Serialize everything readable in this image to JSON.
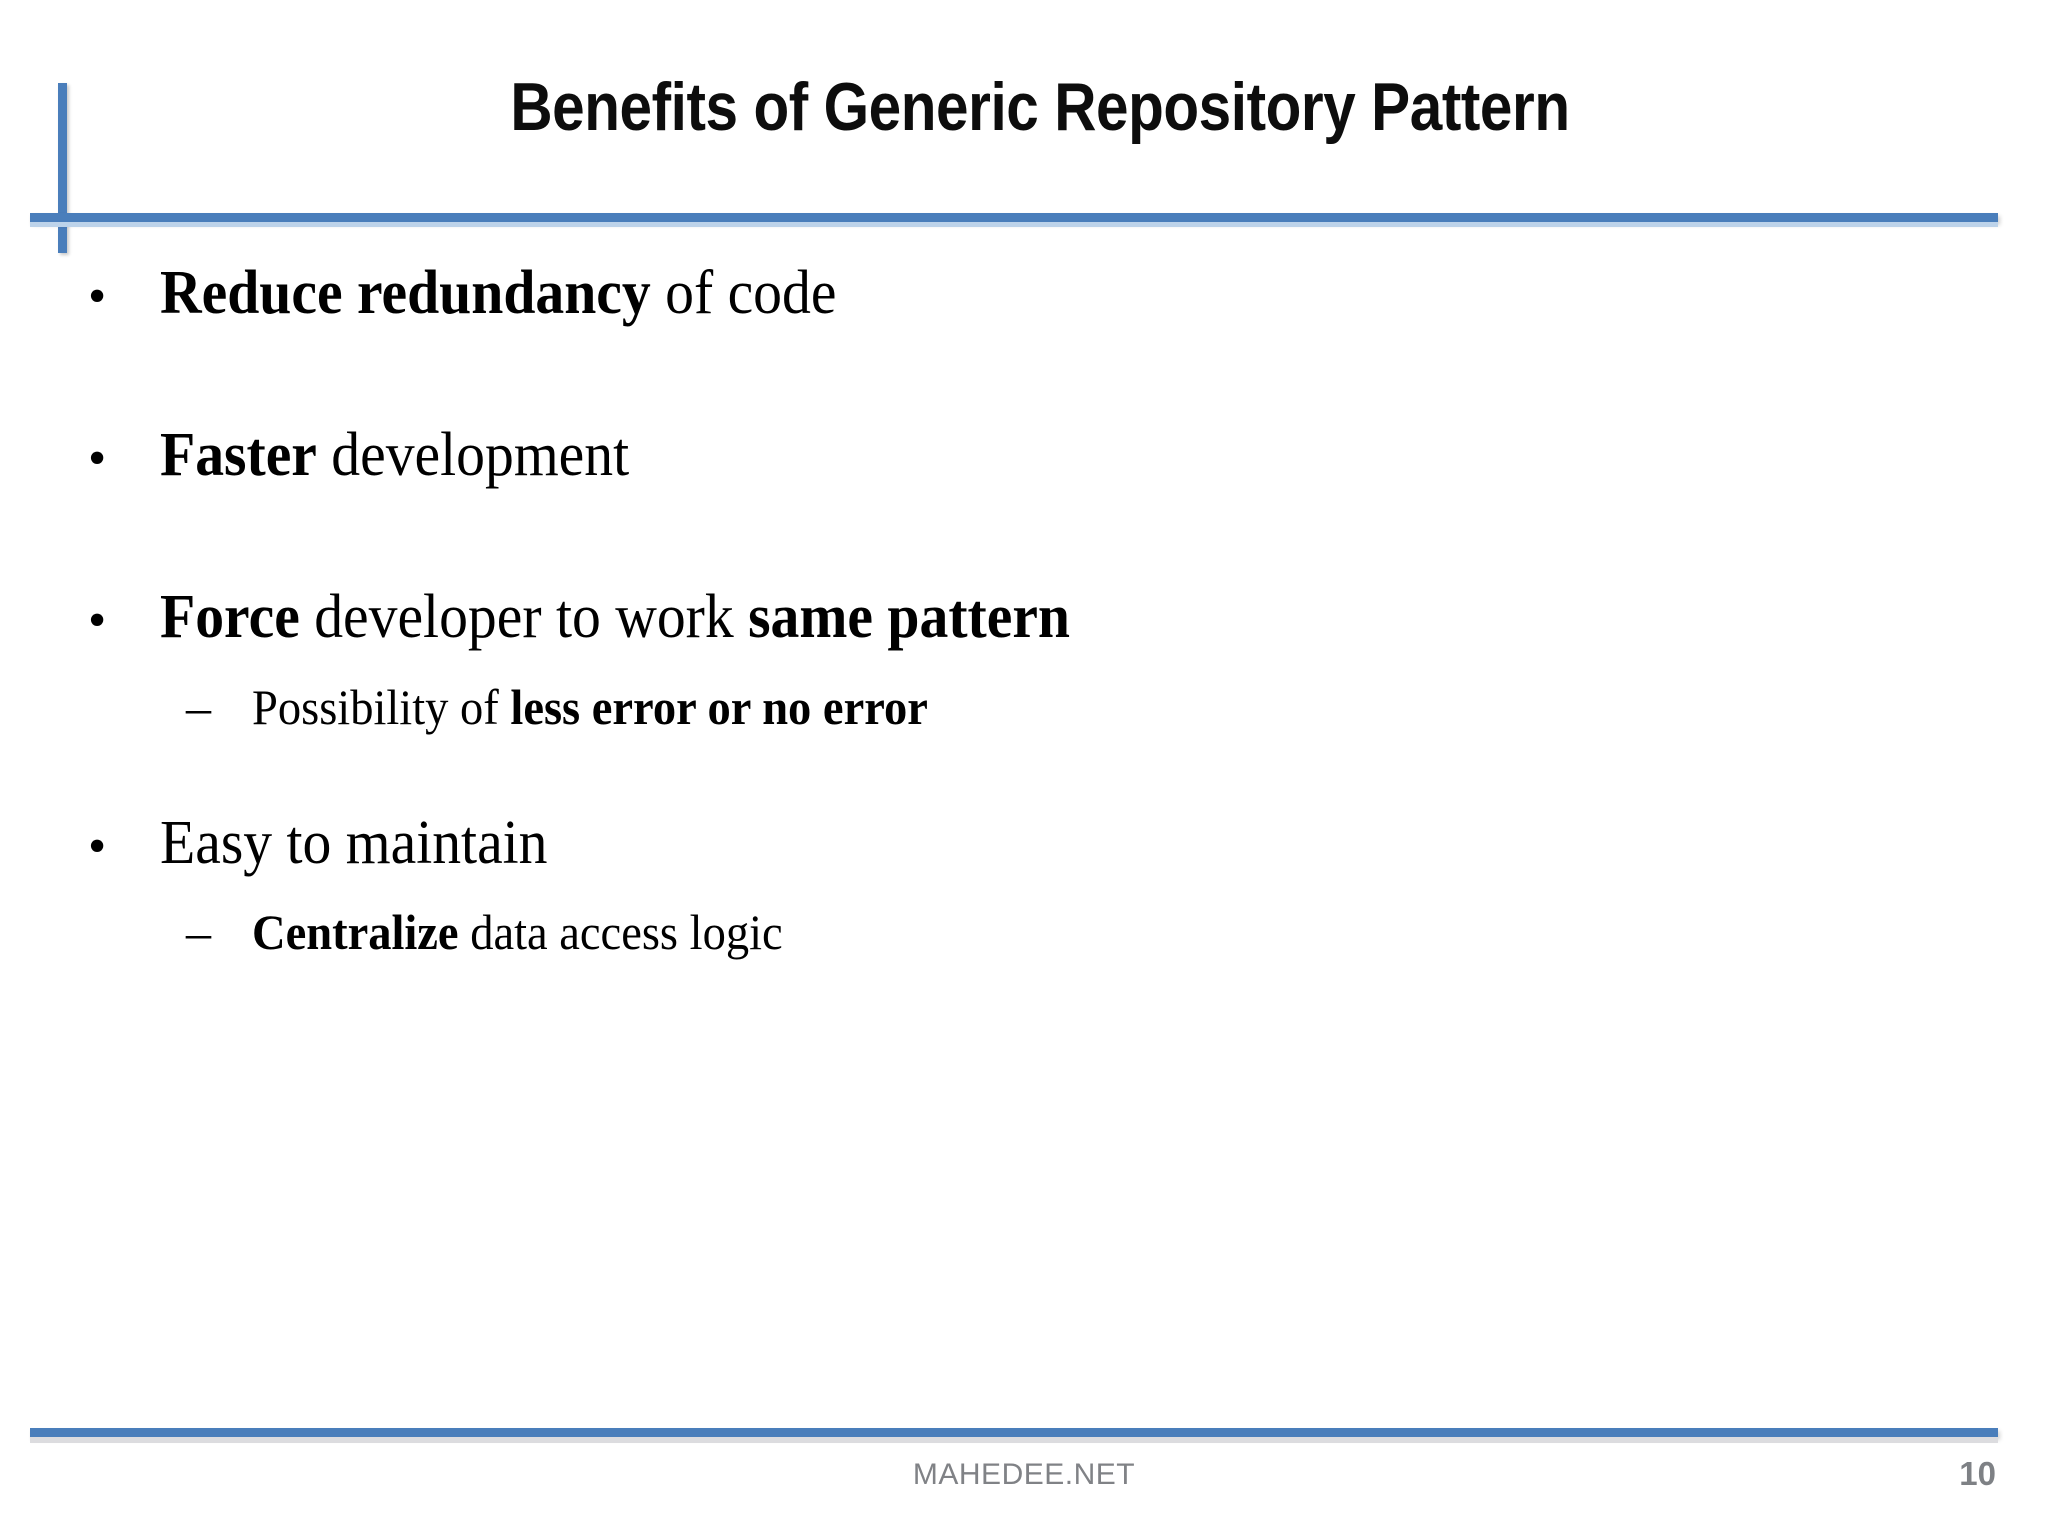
{
  "slide": {
    "title": "Benefits of Generic Repository Pattern",
    "accent_color": "#4a7ebb",
    "text_color": "#000000",
    "background": "#ffffff",
    "bullets": [
      {
        "level": 1,
        "marker": "•",
        "runs": [
          {
            "text": "Reduce redundancy",
            "bold": true
          },
          {
            "text": " of code",
            "bold": false
          }
        ]
      },
      {
        "level": 1,
        "marker": "•",
        "runs": [
          {
            "text": "Faster",
            "bold": true
          },
          {
            "text": " development",
            "bold": false
          }
        ]
      },
      {
        "level": 1,
        "marker": "•",
        "runs": [
          {
            "text": "Force",
            "bold": true
          },
          {
            "text": " developer to work ",
            "bold": false
          },
          {
            "text": "same pattern",
            "bold": true
          }
        ]
      },
      {
        "level": 2,
        "marker": "–",
        "runs": [
          {
            "text": "Possibility of ",
            "bold": false
          },
          {
            "text": "less error or no error",
            "bold": true
          }
        ]
      },
      {
        "level": 1,
        "marker": "•",
        "runs": [
          {
            "text": "Easy to maintain",
            "bold": false
          }
        ]
      },
      {
        "level": 2,
        "marker": "–",
        "runs": [
          {
            "text": "Centralize",
            "bold": true
          },
          {
            "text": " data access logic",
            "bold": false
          }
        ]
      }
    ]
  },
  "footer": {
    "brand": "MAHEDEE.NET",
    "page_number": "10",
    "color": "#808286"
  }
}
